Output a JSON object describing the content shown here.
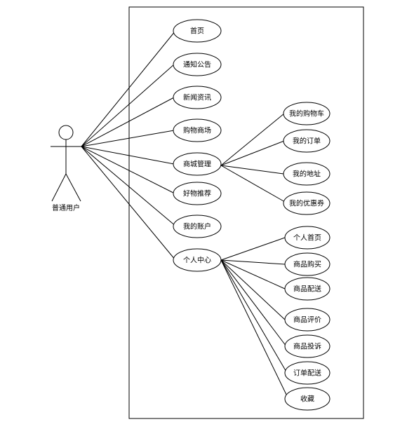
{
  "actor": {
    "label": "普通用户"
  },
  "use_cases": {
    "home": "首页",
    "notice": "通知公告",
    "news": "新闻资讯",
    "mall": "购物商场",
    "mall_admin": "商城管理",
    "recommend": "好物推荐",
    "account": "我的账户",
    "personal_center": "个人中心",
    "cart": "我的购物车",
    "orders": "我的订单",
    "address": "我的地址",
    "coupons": "我的优惠券",
    "personal_home": "个人首页",
    "purchase": "商品购买",
    "delivery": "商品配送",
    "review": "商品评价",
    "complaint": "商品投诉",
    "order_delivery": "订单配送",
    "favorites": "收藏"
  }
}
